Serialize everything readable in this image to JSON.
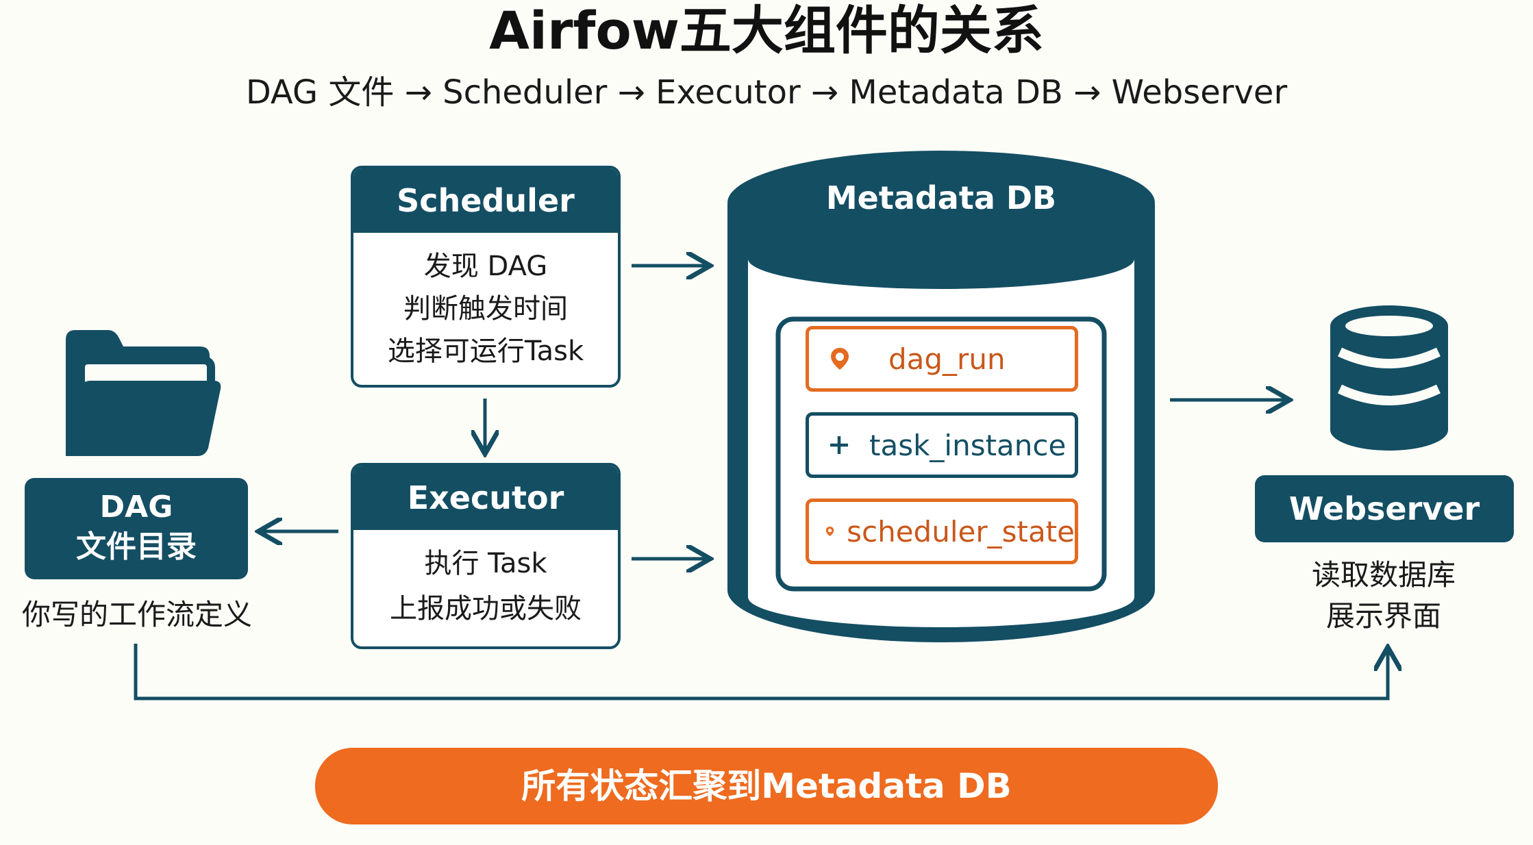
{
  "header": {
    "title": "Airfow五大组件的关系",
    "subtitle": "DAG 文件 → Scheduler → Executor → Metadata DB → Webserver"
  },
  "scheduler": {
    "title": "Scheduler",
    "lines": [
      "发现 DAG",
      "判断触发时间",
      "选择可运行Task"
    ]
  },
  "executor": {
    "title": "Executor",
    "lines": [
      "执行 Task",
      "上报成功或失败"
    ]
  },
  "dag_dir": {
    "title_line1": "DAG",
    "title_line2": "文件目录",
    "caption": "你写的工作流定义"
  },
  "metadata_db": {
    "title": "Metadata DB",
    "tables": [
      {
        "name": "dag_run",
        "icon": "pin-icon"
      },
      {
        "name": "task_instance",
        "icon": "plus-icon"
      },
      {
        "name": "scheduler_state",
        "icon": "pin-icon"
      }
    ]
  },
  "webserver": {
    "title": "Webserver",
    "caption_line1": "读取数据库",
    "caption_line2": "展示界面"
  },
  "banner": {
    "text": "所有状态汇聚到Metadata DB"
  },
  "colors": {
    "primary": "#144e63",
    "accent": "#ee6b1f",
    "background": "#fdfdf8"
  }
}
